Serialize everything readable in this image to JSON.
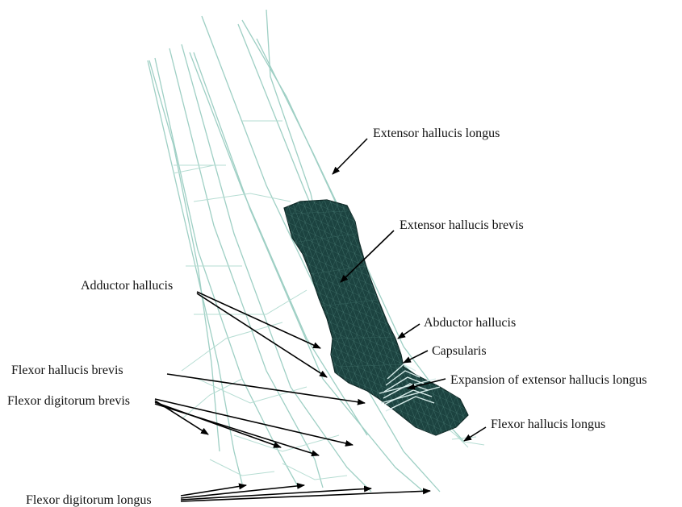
{
  "labels": {
    "extensor_hallucis_longus": "Extensor hallucis longus",
    "extensor_hallucis_brevis": "Extensor hallucis brevis",
    "adductor_hallucis": "Adductor hallucis",
    "abductor_hallucis": "Abductor hallucis",
    "capsularis": "Capsularis",
    "flexor_hallucis_brevis": "Flexor hallucis brevis",
    "expansion_extensor_hallucis_longus": "Expansion of extensor hallucis longus",
    "flexor_digitorum_brevis": "Flexor digitorum brevis",
    "flexor_hallucis_longus": "Flexor hallucis longus",
    "flexor_digitorum_longus": "Flexor digitorum longus"
  },
  "colors": {
    "bone": "#1c4340",
    "wire": "#9ecfc4",
    "arrow": "#000000"
  }
}
